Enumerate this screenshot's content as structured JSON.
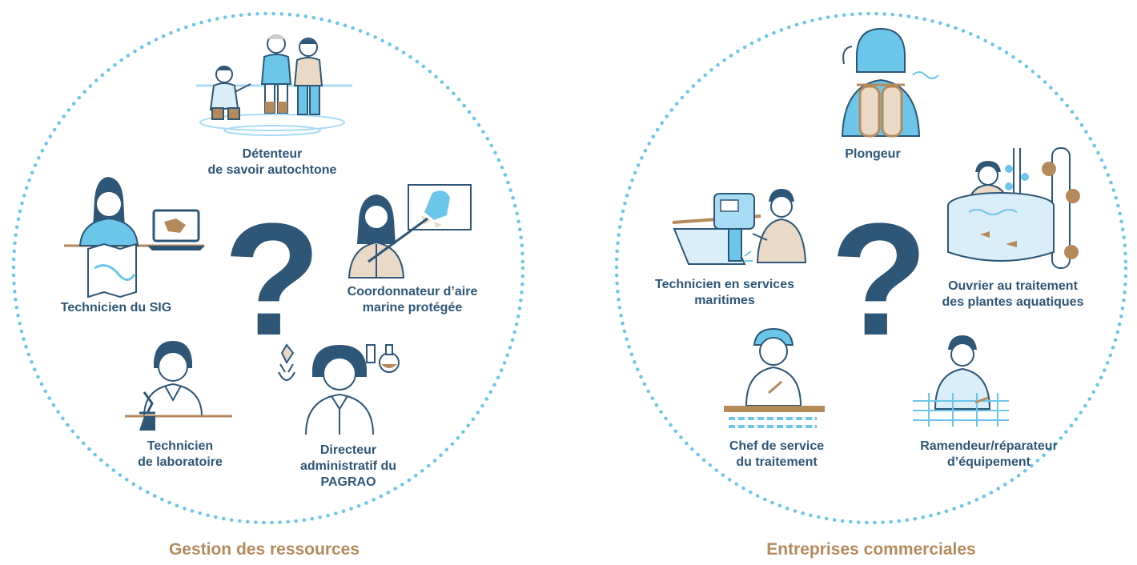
{
  "colors": {
    "dots": "#6cc6ea",
    "navy": "#2e5777",
    "tan": "#b58a5b",
    "light_blue": "#a8dcf4",
    "beige": "#e9d9c6"
  },
  "left_group": {
    "title": "Gestion des ressources",
    "center_symbol": "?",
    "roles": [
      {
        "icon": "knowledge-holders-icon",
        "label": "Détenteur\nde savoir autochtone"
      },
      {
        "icon": "gis-technician-icon",
        "label": "Technicien du SIG"
      },
      {
        "icon": "mpa-coordinator-icon",
        "label": "Coordonnateur d’aire\nmarine protégée"
      },
      {
        "icon": "lab-technician-icon",
        "label": "Technicien\nde laboratoire"
      },
      {
        "icon": "executive-director-icon",
        "label": "Directeur\nadministratif du\nPAGRAO"
      }
    ]
  },
  "right_group": {
    "title": "Entreprises commerciales",
    "center_symbol": "?",
    "roles": [
      {
        "icon": "diver-icon",
        "label": "Plongeur"
      },
      {
        "icon": "marine-service-technician-icon",
        "label": "Technicien en services\nmaritimes"
      },
      {
        "icon": "aquatic-plant-worker-icon",
        "label": "Ouvrier au traitement\ndes plantes aquatiques"
      },
      {
        "icon": "processing-supervisor-icon",
        "label": "Chef de service\ndu traitement"
      },
      {
        "icon": "net-mender-icon",
        "label": "Ramendeur/réparateur\nd’équipement"
      }
    ]
  }
}
